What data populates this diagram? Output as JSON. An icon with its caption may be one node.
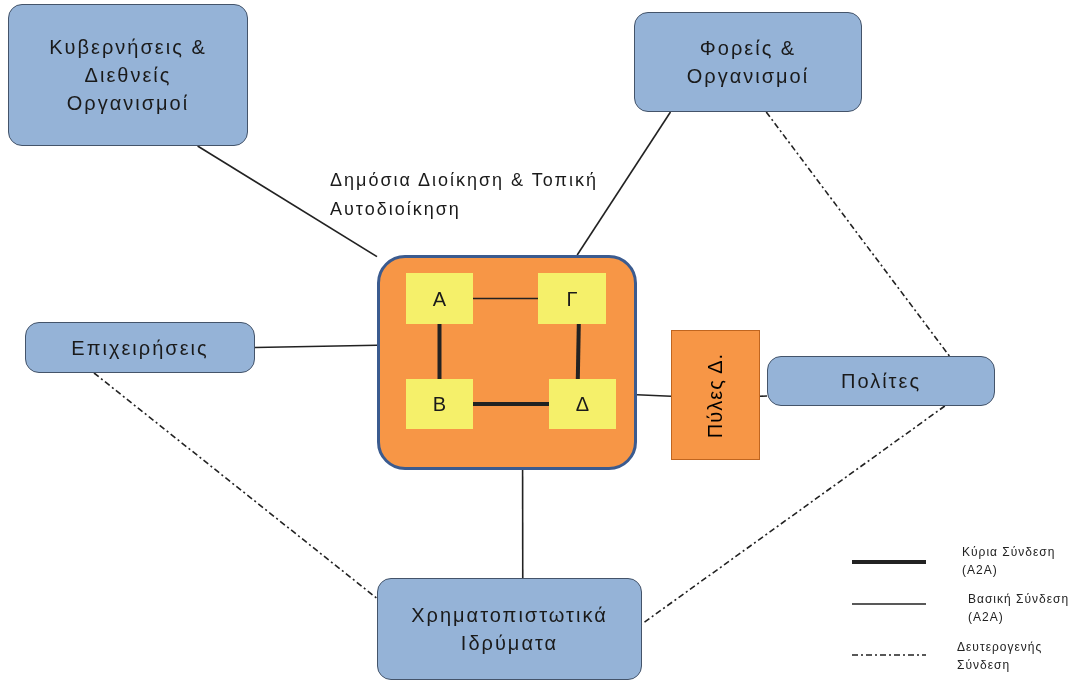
{
  "diagram": {
    "nodes": [
      {
        "text": [
          "Κυβερνήσεις & Διεθνείς Οργανισμοί"
        ]
      },
      {
        "text": [
          "Φορείς & Οργανισμοί"
        ]
      },
      {
        "text": [
          "Δημόσια Διοίκηση & Τοπική Αυτοδιοίκηση"
        ]
      },
      {
        "text": [
          "Α"
        ],
        "in": 2
      },
      {
        "text": [
          "Γ"
        ],
        "in": 2
      },
      {
        "text": [
          "Β"
        ],
        "in": 2
      },
      {
        "text": [
          "Δ"
        ],
        "in": 2
      },
      {
        "text": [
          "Επιχειρήσεις"
        ]
      },
      {
        "text": [
          "Πύλες Δ."
        ]
      },
      {
        "text": [
          "Πολίτες"
        ]
      },
      {
        "text": [
          "Χρηματοπιστωτικά Ιδρύματα"
        ]
      }
    ],
    "edges": [
      {
        "from": 0,
        "to": 2,
        "arrow": "none"
      },
      {
        "from": 1,
        "to": 2,
        "arrow": "none"
      },
      {
        "from": 7,
        "to": 2,
        "arrow": "none"
      },
      {
        "from": 2,
        "to": 10,
        "arrow": "none"
      },
      {
        "from": 3,
        "to": 4,
        "arrow": "none"
      },
      {
        "from": 3,
        "to": 5,
        "arrow": "none",
        "style": "thick"
      },
      {
        "from": 4,
        "to": 6,
        "arrow": "none",
        "style": "thick"
      },
      {
        "from": 5,
        "to": 6,
        "arrow": "none",
        "style": "thick"
      },
      {
        "from": 2,
        "to": 8,
        "arrow": "none"
      },
      {
        "from": 8,
        "to": 9,
        "arrow": "none"
      },
      {
        "from": 1,
        "to": 9,
        "arrow": "none",
        "style": "dashed"
      },
      {
        "from": 7,
        "to": 10,
        "arrow": "none",
        "style": "dashed"
      },
      {
        "from": 9,
        "to": 10,
        "arrow": "none",
        "style": "dashed"
      }
    ],
    "legend": [
      {
        "text": "Κύρια Σύνδεση (A2A)"
      },
      {
        "text": "Βασική Σύνδεση (A2A)"
      },
      {
        "text": "Δευτερογενής Σύνδεση"
      }
    ]
  }
}
